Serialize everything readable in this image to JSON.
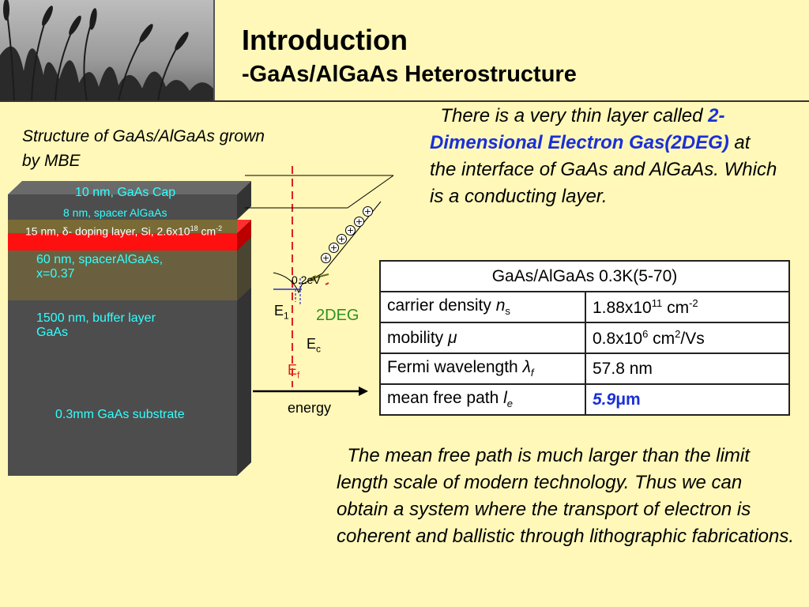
{
  "title": "Introduction",
  "subtitle": "-GaAs/AlGaAs Heterostructure",
  "structure_caption": "Structure of GaAs/AlGaAs grown by MBE",
  "layers": {
    "cap": "10 nm, GaAs Cap",
    "spacer1": "8 nm, spacer AlGaAs",
    "doping_main": "15 nm, δ- doping layer, Si, 2.6x10",
    "doping_exp": "18",
    "doping_unit": " cm",
    "doping_unit_exp": "-2",
    "spacer2_line1": "60 nm, spacerAlGaAs,",
    "spacer2_line2": "x=0.37",
    "buffer_line1": "1500 nm, buffer layer",
    "buffer_line2": "GaAs",
    "substrate": "0.3mm GaAs substrate"
  },
  "band_diagram": {
    "gap_label": "0.2eV",
    "e1_label": "E",
    "e1_sub": "1",
    "deg_label": "2DEG",
    "ec_label": "E",
    "ec_sub": "c",
    "ef_label": "E",
    "ef_sub": "f",
    "axis_label": "energy",
    "plus_symbol": "+"
  },
  "intro": {
    "lead": "There is a very thin layer called ",
    "highlight": "2-Dimensional Electron Gas(2DEG)",
    "rest": "   at the interface of GaAs and AlGaAs. Which is a conducting layer."
  },
  "table": {
    "header": "GaAs/AlGaAs 0.3K(5-70)",
    "rows": [
      {
        "prop": "carrier density ",
        "sym": "n",
        "sub": "s",
        "value": "1.88x10",
        "exp": "11",
        "unit": " cm",
        "unit_exp": "-2"
      },
      {
        "prop": "mobility ",
        "sym": "μ",
        "sub": "",
        "value": "0.8x10",
        "exp": "6",
        "unit": " cm",
        "unit_exp": "2",
        "unit_tail": "/Vs"
      },
      {
        "prop": "Fermi wavelength ",
        "sym": "λ",
        "sub": "f",
        "value": "57.8 nm"
      },
      {
        "prop": "mean free path ",
        "sym": "l",
        "sub": "e",
        "value_num": "5.9",
        "value_unit": "μm"
      }
    ]
  },
  "conclusion": "The mean free path is much larger than the limit length scale of modern technology. Thus we can obtain a system where the transport of electron is coherent and ballistic through lithographic fabrications.",
  "colors": {
    "background": "#fff8b8",
    "highlight_blue": "#1a2fd8",
    "layer_text": "#33ffff",
    "doping_red": "#ff1010",
    "fermi_red": "#e02020",
    "deg_green": "#2f8f1f"
  }
}
